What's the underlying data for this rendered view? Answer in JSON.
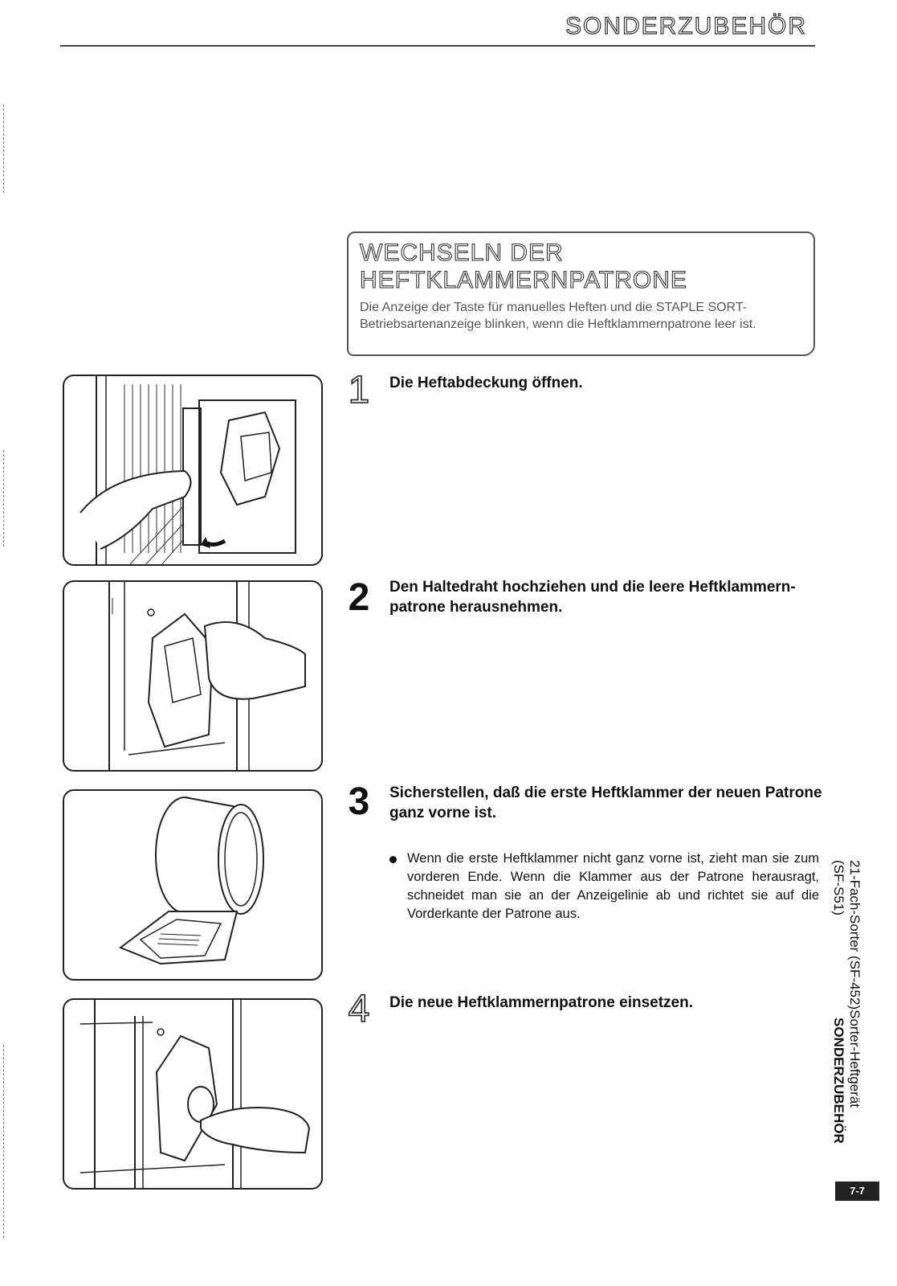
{
  "header": {
    "title": "SONDERZUBEHÖR"
  },
  "intro": {
    "title_line1": "WECHSELN DER",
    "title_line2": "HEFTKLAMMERNPATRONE",
    "text": "Die Anzeige der Taste für manuelles Heften und die STAPLE SORT-Betriebsartenanzeige blinken, wenn die Heftklammernpatrone leer ist."
  },
  "steps": [
    {
      "number": "1",
      "title": "Die Heftabdeckung öffnen."
    },
    {
      "number": "2",
      "title": "Den Haltedraht hochziehen und die leere Heftklammern-patrone herausnehmen."
    },
    {
      "number": "3",
      "title": "Sicherstellen, daß die erste Heftklammer der neuen Patrone ganz vorne ist.",
      "bullet": "Wenn die erste Heftklammer nicht ganz vorne ist, zieht man sie zum vorderen Ende. Wenn die Klammer aus der Patrone herausragt, schneidet man sie an der Anzeigelinie ab und richtet sie auf die Vorderkante der Patrone aus."
    },
    {
      "number": "4",
      "title": "Die neue Heftklammernpatrone einsetzen."
    }
  ],
  "side": {
    "line1": "21-Fach-Sorter (SF-452)",
    "line2": "Sorter-Heftgerät (SF-S51)",
    "section": "SONDERZUBEHÖR"
  },
  "page_badge": "7-7"
}
